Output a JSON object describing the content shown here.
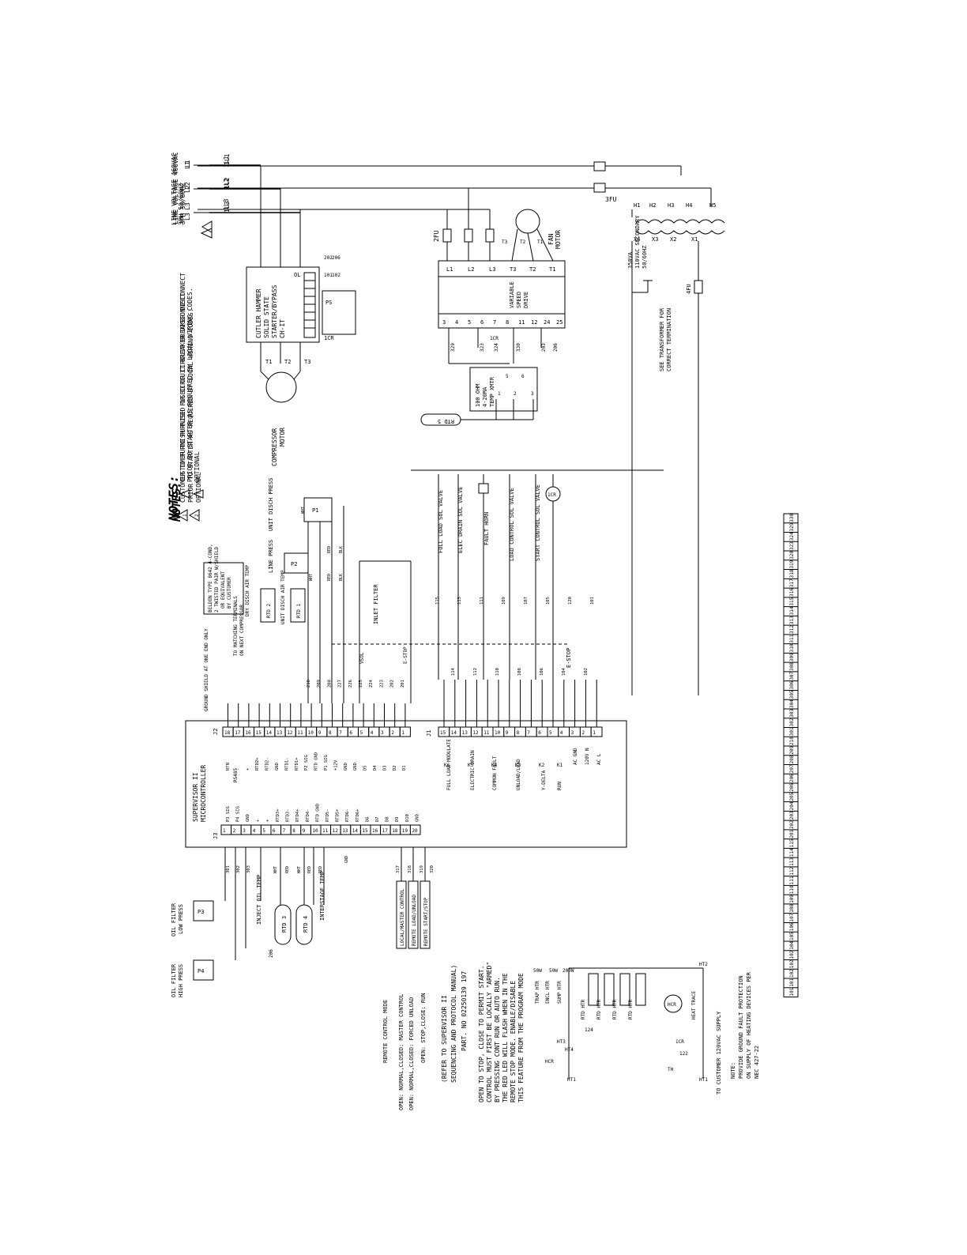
{
  "notes": {
    "heading": "NOTES:",
    "note1": "CUSTOMER TO FURNISH FUSED OR CIRCUIT BREAKER DISCONNECT",
    "note1b": "PRIOR TO STARTER AS REQUIRED BY LOCAL WIRING CODES.",
    "note2": "OPTIONAL",
    "marker1": "1",
    "marker2": "2"
  },
  "line_voltage": {
    "line1": "LINE VOLTAGE 460VAC",
    "line2": "3PH 50/60HZ",
    "phases": [
      "L1",
      "L2",
      "L3"
    ],
    "loads": [
      "1L1",
      "1L2",
      "1L3"
    ]
  },
  "starter": {
    "line1": "CUTLER HAMMER",
    "line2": "SOLID STATE",
    "line3": "STARTER/BYPASS",
    "line4": "CH-IT",
    "terminals": [
      "T1",
      "T2",
      "T3"
    ],
    "ol": "OL",
    "icr": "1CR",
    "ps": "PS",
    "wires": [
      "202",
      "206",
      "101",
      "102"
    ]
  },
  "compressor_motor": {
    "line1": "COMPRESSOR",
    "line2": "MOTOR"
  },
  "fuses": {
    "fu2": "2FU",
    "fu3": "3FU",
    "fu4": "4FU"
  },
  "fan_motor": {
    "line1": "FAN",
    "line2": "MOTOR",
    "terms": [
      "T1",
      "T2",
      "T3"
    ]
  },
  "vsd": {
    "line1": "VARIABLE",
    "line2": "SPEED",
    "line3": "DRIVE",
    "top_terms": [
      "L1",
      "L2",
      "L3",
      "T3",
      "T2",
      "T1"
    ],
    "bottom_terms": [
      "3",
      "4",
      "5",
      "6",
      "7",
      "8",
      "11",
      "12",
      "24",
      "25"
    ],
    "wires": [
      "329",
      "323",
      "324",
      "330",
      "203",
      "206"
    ]
  },
  "transmitter": {
    "line1": "100 OHM",
    "line2": "4-20MA",
    "line3": "TEMP XMTR",
    "terms": [
      "1",
      "2",
      "3",
      "5",
      "6"
    ],
    "rtd": "RTD 5"
  },
  "transformer": {
    "h_terms": [
      "H1",
      "H2",
      "H3",
      "H4",
      "H5"
    ],
    "x_terms": [
      "X4",
      "X3",
      "X2",
      "X1"
    ],
    "line1": "350VA",
    "line2": "110VAC SECONDARY",
    "line3": "50/60HZ",
    "see1": "SEE TRANSFORMER FOR",
    "see2": "CORRECT TERMINATION"
  },
  "sensors": {
    "p1_title": "UNIT DISCH PRESS",
    "p1": "P1",
    "p2_title": "LINE PRESS",
    "p2": "P2",
    "belden1": "BELDEN TYPE 8642 4-COND,",
    "belden2": "2 TWISTED PAIR W/SHIELD",
    "belden3": "OR EQUIVALENT",
    "belden4": "BY CUSTOMER",
    "to_match1": "TO MATCHING TERMINALS",
    "to_match2": "ON NEXT COMPRESSOR",
    "dry_disch": "DRY DISCH AIR TEMP",
    "rtd2": "RTD 2",
    "unit_disch": "UNIT DISCH AIR TEMP",
    "rtd1": "RTD 1",
    "ground_shield": "GROUND SHIELD AT ONE END ONLY",
    "inlet_filter": "INLET FILTER",
    "vsol": "VSOL",
    "estop": "E-STOP",
    "wire_colors": [
      "WHT",
      "RED",
      "BLK",
      "WHT",
      "RED",
      "BLK"
    ]
  },
  "controller": {
    "line1": "SUPERVISOR II",
    "line2": "MICROCONTROLLER",
    "j1": "J1",
    "j2": "J2",
    "j3": "J3",
    "j2_labels": [
      "RTN",
      "-",
      "+",
      "RTD2+",
      "RTD2-",
      "GND",
      "RTD1-",
      "RTD1+",
      "P2 SIG",
      "RTD GND",
      "P1 SIG",
      "+12V",
      "GND",
      "GND",
      "D5",
      "D4",
      "D3",
      "D2",
      "D1"
    ],
    "rs485": "RS485",
    "j2_pins": [
      "18",
      "17",
      "16",
      "15",
      "14",
      "13",
      "12",
      "11",
      "10",
      "9",
      "8",
      "7",
      "6",
      "5",
      "4",
      "3",
      "2",
      "1"
    ],
    "j2_wires": [
      "210",
      "209",
      "208",
      "227",
      "226",
      "225",
      "224",
      "223",
      "202",
      "201"
    ],
    "j3_labels": [
      "P3 SIG",
      "P4 SIG",
      "GND",
      "+",
      "+",
      "RTD3+",
      "RTD3-",
      "RTD4+",
      "RTD4-",
      "RTD GND",
      "RTD5-",
      "RTD5+",
      "RTD6-",
      "RTD6+",
      "D6",
      "D7",
      "D8",
      "D9",
      "D10",
      "GND"
    ],
    "j3_pins": [
      "1",
      "2",
      "3",
      "4",
      "5",
      "6",
      "7",
      "8",
      "9",
      "10",
      "11",
      "12",
      "13",
      "14",
      "15",
      "16",
      "17",
      "18",
      "19",
      "20"
    ],
    "j3_wires": [
      "301",
      "302",
      "303",
      "317",
      "318",
      "319",
      "320"
    ],
    "j1_pins": [
      "15",
      "14",
      "13",
      "12",
      "11",
      "10",
      "9",
      "8",
      "7",
      "6",
      "5",
      "4",
      "3",
      "2",
      "1"
    ],
    "relays": [
      "K6",
      "K5",
      "K4",
      "K3",
      "K2",
      "K1"
    ],
    "relay_labels": [
      "FULL LOAD MODULATE",
      "ELECTRIC DRAIN",
      "COMMON FAULT",
      "UNLOAD/LOAD",
      "Y-DELTA",
      "RUN"
    ],
    "ac_labels": [
      "AC GND",
      "120V N",
      "AC L"
    ],
    "j1_wires": [
      "114",
      "112",
      "110",
      "108",
      "106",
      "104",
      "102",
      "115",
      "113",
      "111",
      "109",
      "107",
      "105",
      "120",
      "101"
    ]
  },
  "outputs": {
    "items": [
      "FULL LOAD SOL VALVE",
      "ELEC DRAIN SOL VALVE",
      "FAULT HORN",
      "LOAD CONTROL SOL VALVE",
      "START CONTROL SOL VALVE"
    ],
    "icr": "1CR"
  },
  "oil": {
    "p3_title1": "OIL FILTER",
    "p3_title2": "LOW PRESS",
    "p3": "P3",
    "p4_title1": "OIL FILTER",
    "p4_title2": "HIGH PRESS",
    "p4": "P4",
    "rtd3": "RTD 3",
    "inject": "INJECT OIL TEMP",
    "rtd4": "RTD 4",
    "interstage": "INTERSTAGE TEMP",
    "wire206": "206",
    "colors": [
      "WHT",
      "RED",
      "WHT",
      "RED",
      "RED"
    ],
    "gnd": "GND"
  },
  "remote": {
    "items": [
      "LOCAL/MASTER CONTROL",
      "REMOTE LOAD/UNLOAD",
      "REMOTE START/STOP"
    ],
    "mode_title": "REMOTE CONTROL MODE",
    "line1": "OPEN: NORMAL,CLOSED: MASTER CONTROL",
    "line2": "OPEN: NORMAL,CLOSED: FORCED UNLOAD",
    "line3": "OPEN: STOP,CLOSE: RUN",
    "ref1": "(REFER TO SUPERVISOR II",
    "ref2": "SEQUENCING AND PROTOCOL MANUAL)",
    "ref3": "PART. NO 02250139 197",
    "open1": "OPEN TO STOP, CLOSE TO PERMIT START.",
    "open2": "CONTROL MUST FIRST BE LOCALLY \"ARMED\"",
    "open3": "BY PRESSING CONT RUN OR AUTO RUN.",
    "open4": "THE RED LED WILL FLASH WHEN IN THE",
    "open5": "REMOTE STOP MODE. ENABLE/DISABLE",
    "open6": "THIS FEATURE FROM THE PROGRAM MODE"
  },
  "heaters": {
    "labels": [
      "TRAP HTR",
      "ENCL HTR",
      "SUMP HTR",
      "RTD HTR",
      "RTD HTR",
      "RTD HTR",
      "RTD HTR"
    ],
    "watts": [
      "50W",
      "50W",
      "200W"
    ],
    "hcr": "HCR",
    "th": "TH",
    "icr": "1CR",
    "heat_trace": "HEAT TRACE",
    "wires": [
      "HT1",
      "HT2",
      "HT3",
      "HT4",
      "124",
      "122"
    ],
    "customer": "TO CUSTOMER 120VAC SUPPLY",
    "note_title": "NOTE:",
    "note1": "PROVIDE GROUND FAULT PROTECTION",
    "note2": "ON SUPPLY OF HEATING DEVICES PER",
    "note3": "NEC 427-22"
  },
  "terminal_strip": {
    "labels": [
      "101",
      "101",
      "102",
      "102",
      "102",
      "104",
      "105",
      "106",
      "107",
      "108",
      "109",
      "110",
      "111",
      "112",
      "113",
      "114",
      "115",
      "201",
      "202",
      "203",
      "204",
      "205",
      "206",
      "206",
      "207",
      "208",
      "209",
      "210",
      "301",
      "302",
      "303",
      "304",
      "305",
      "306",
      "307",
      "308",
      "309",
      "310",
      "311",
      "312",
      "313",
      "314",
      "315",
      "316",
      "317",
      "318",
      "319",
      "320",
      "323",
      "324",
      "329",
      "330"
    ]
  }
}
